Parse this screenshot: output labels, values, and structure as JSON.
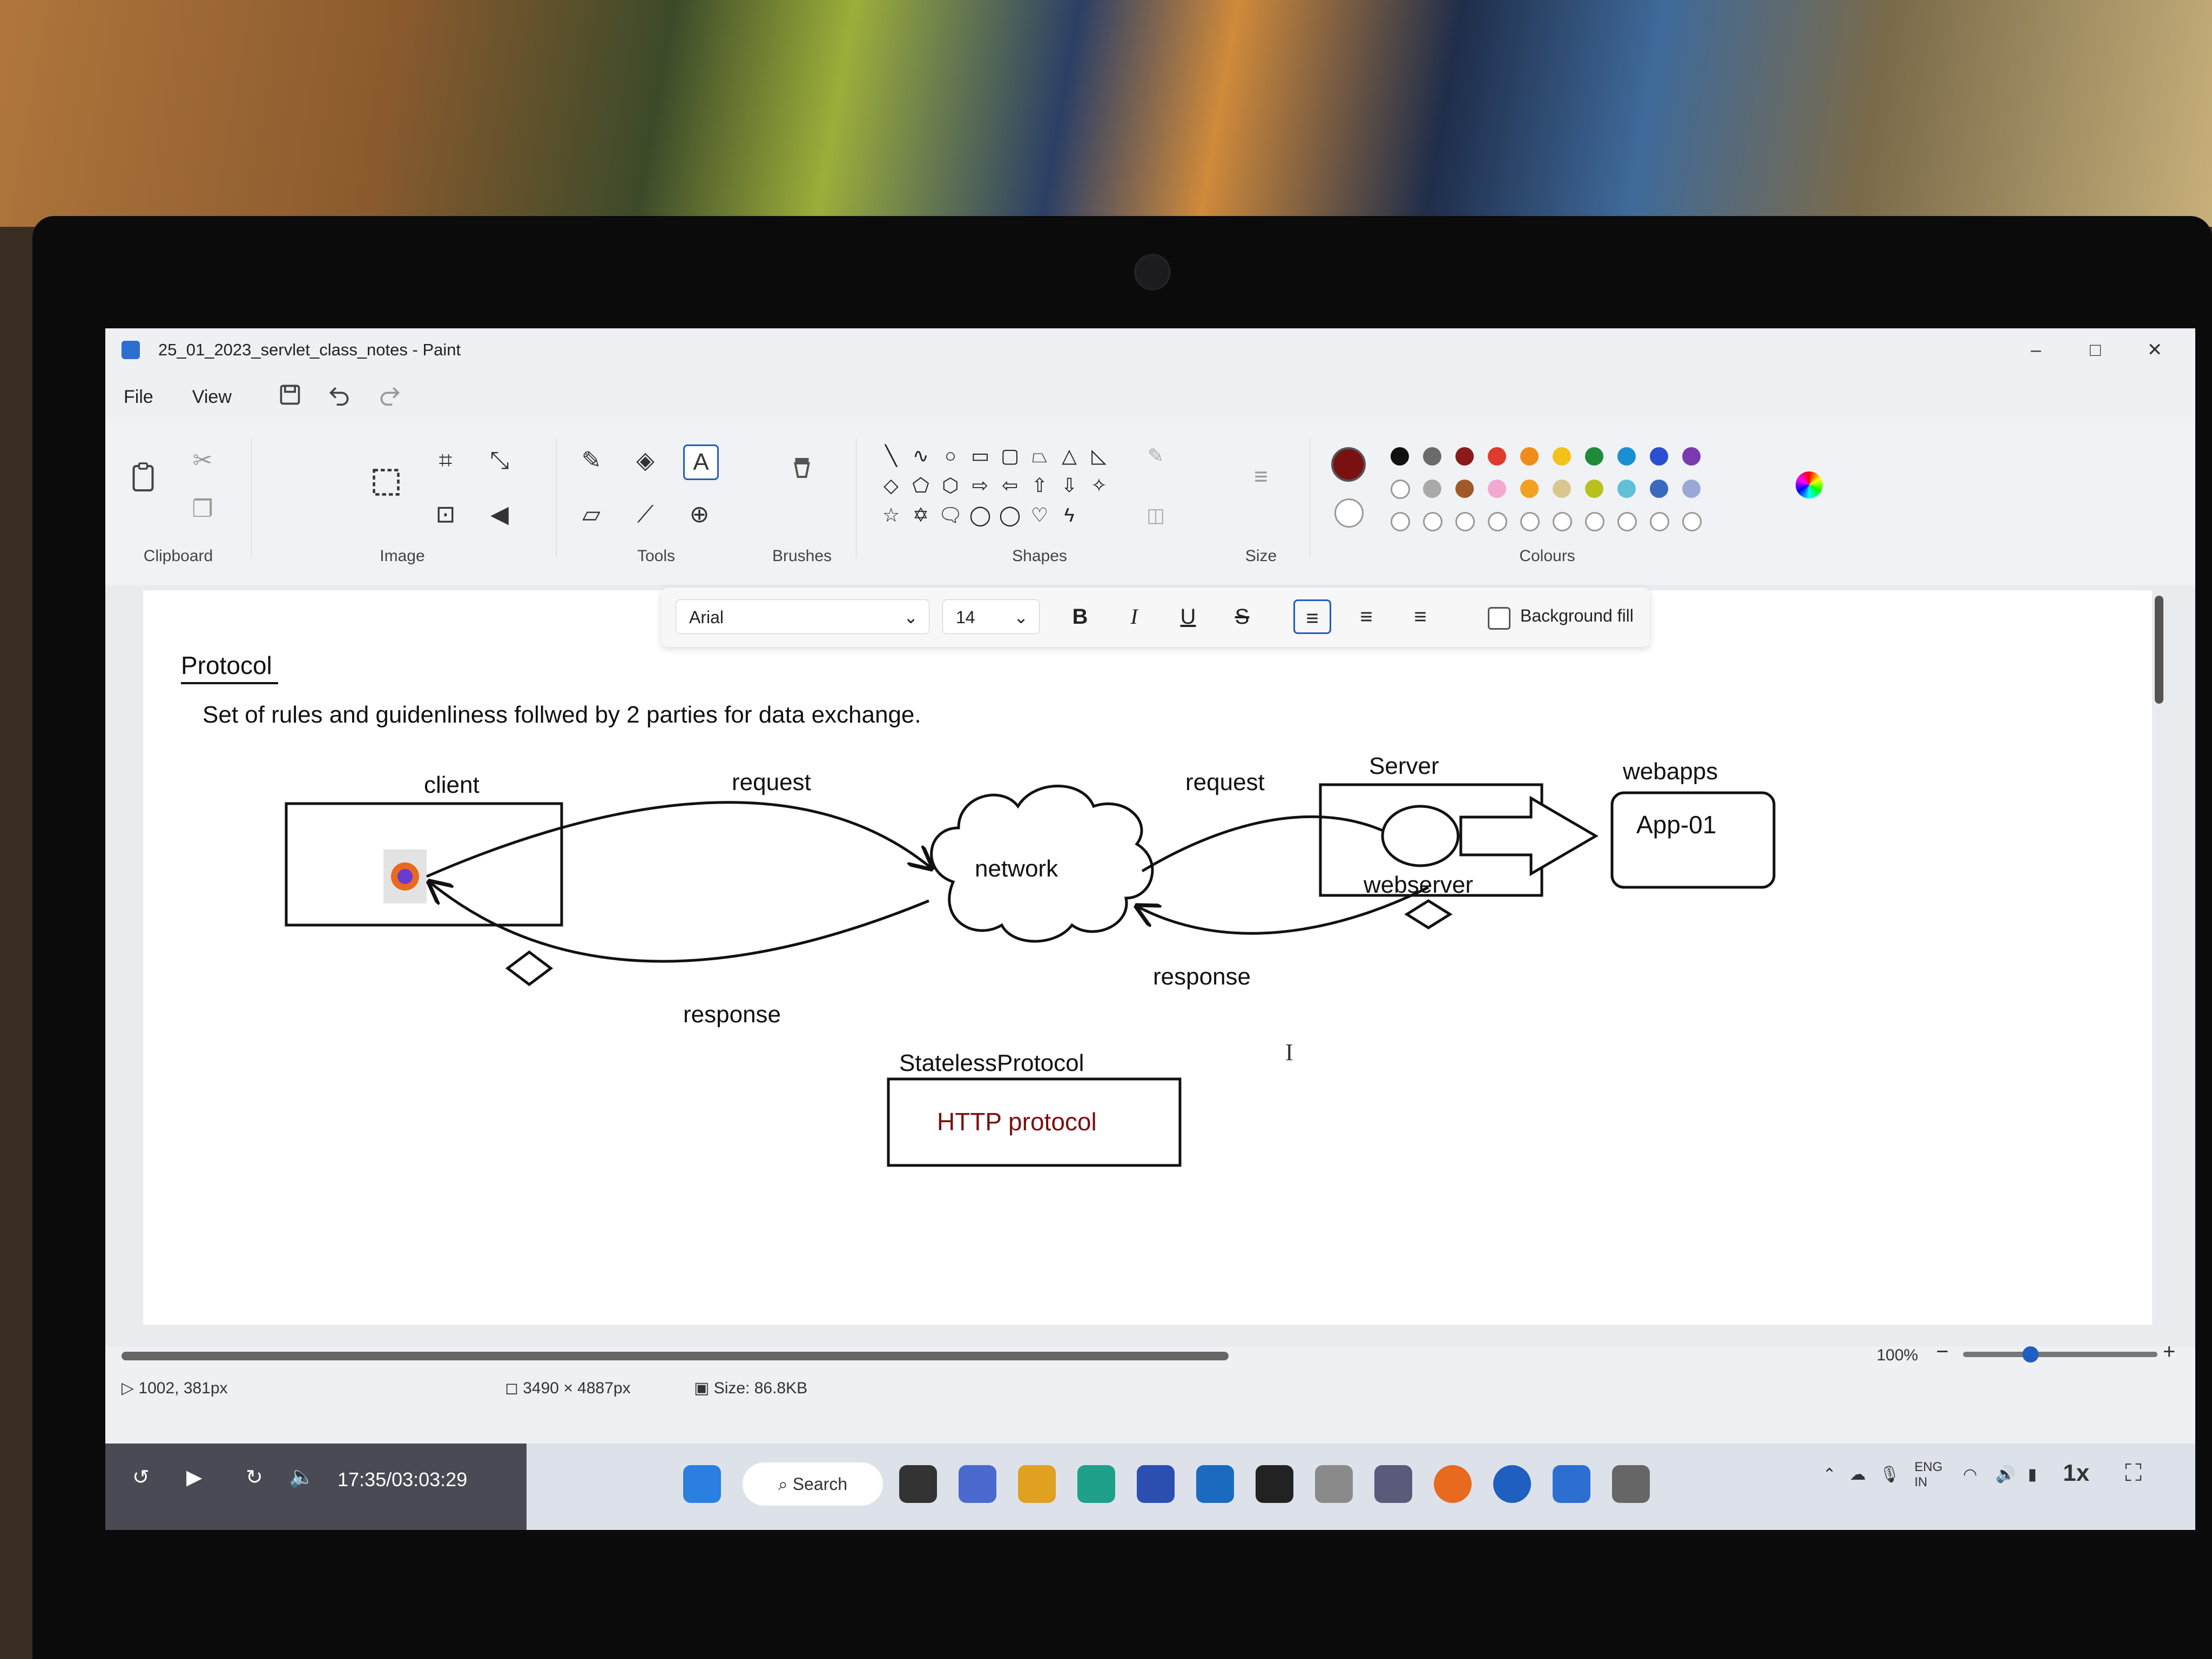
{
  "window": {
    "title": "25_01_2023_servlet_class_notes - Paint",
    "minimize": "–",
    "maximize": "□",
    "close": "✕"
  },
  "menu": {
    "file": "File",
    "view": "View",
    "save_icon": "floppy-icon",
    "undo_icon": "undo-icon",
    "redo_icon": "redo-icon"
  },
  "ribbon": {
    "groups": {
      "clipboard": "Clipboard",
      "image": "Image",
      "tools": "Tools",
      "brushes": "Brushes",
      "shapes": "Shapes",
      "size": "Size",
      "colours": "Colours"
    },
    "tool_text_glyph": "A",
    "selected_color": "#7a1010",
    "palette_row1": [
      "#111111",
      "#6b6b6b",
      "#8b1a1a",
      "#e03a2a",
      "#f08c1a",
      "#f2c21a",
      "#1f8a3a",
      "#1a8fd6",
      "#2a4fd0",
      "#7a3ab0"
    ],
    "palette_row2": [
      "#ffffff",
      "#a9a9a9",
      "#a05a2a",
      "#f2a8d0",
      "#f2a020",
      "#d8c890",
      "#b8c020",
      "#5fc0d8",
      "#3a6ac0",
      "#9aa8d8"
    ]
  },
  "textbar": {
    "font": "Arial",
    "size": "14",
    "bold": "B",
    "italic": "I",
    "underline": "U",
    "strike": "S",
    "background_fill": "Background fill"
  },
  "canvas": {
    "heading": "Protocol",
    "definition": "Set of rules and guidenliness follwed by 2 parties for data exchange.",
    "client": "client",
    "request1": "request",
    "response1": "response",
    "network": "network",
    "request2": "request",
    "response2": "response",
    "server": "Server",
    "webserver": "webserver",
    "webapps": "webapps",
    "app": "App-01",
    "stateless": "StatelessProtocol",
    "http": "HTTP protocol"
  },
  "status": {
    "cursor": "1002, 381px",
    "dimensions": "3490 × 4887px",
    "size": "Size: 86.8KB",
    "zoom": "100%"
  },
  "taskbar": {
    "search": "Search",
    "lang": "ENG",
    "region": "IN",
    "speed": "1x",
    "time": "17:35/03:03:29"
  }
}
